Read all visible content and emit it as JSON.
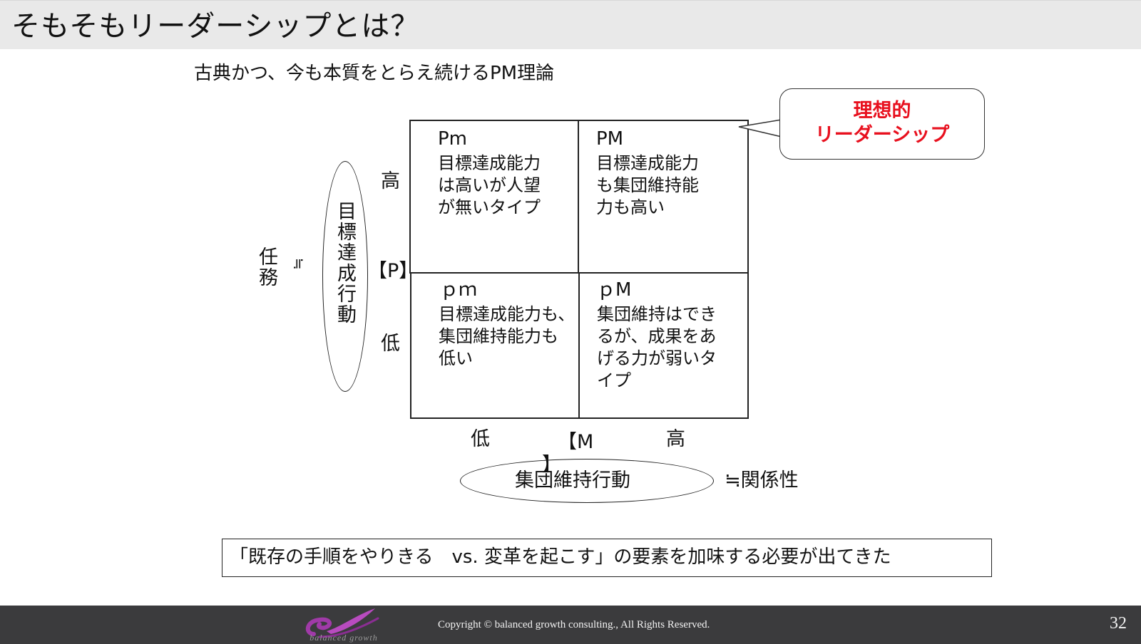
{
  "slide": {
    "title": "そもそもリーダーシップとは？",
    "subtitle": "古典かつ、今も本質をとらえ続けるPM理論"
  },
  "matrix": {
    "cells": {
      "top_left": {
        "title": "Pm",
        "body": "目標達成能力\nは高いが人望\nが無いタイプ"
      },
      "top_right": {
        "title": "PM",
        "body": "目標達成能力\nも集団維持能\n力も高い"
      },
      "bottom_left": {
        "title": "ｐｍ",
        "body": "目標達成能力も、\n集団維持能力も\n低い"
      },
      "bottom_right": {
        "title": "ｐM",
        "body": "集団維持はでき\nるが、成果をあ\nげる力が弱いタ\nイプ"
      }
    },
    "y_axis": {
      "high": "高",
      "low": "低",
      "code": "【P】",
      "label": "目標達成行動",
      "note": "任務",
      "note_mark": "≒"
    },
    "x_axis": {
      "low": "低",
      "high": "高",
      "code_line1": "【M",
      "code_line2": "】",
      "label": "集団維持行動",
      "note": "≒関係性"
    }
  },
  "callout": {
    "line1": "理想的",
    "line2": "リーダーシップ",
    "color": "#e8101e"
  },
  "bottom_message": "「既存の手順をやりきる　vs. 変革を起こす」の要素を加味する必要が出てきた",
  "footer": {
    "copyright": "Copyright © balanced growth consulting., All Rights Reserved.",
    "page_number": "32",
    "logo_text": "balanced growth"
  }
}
